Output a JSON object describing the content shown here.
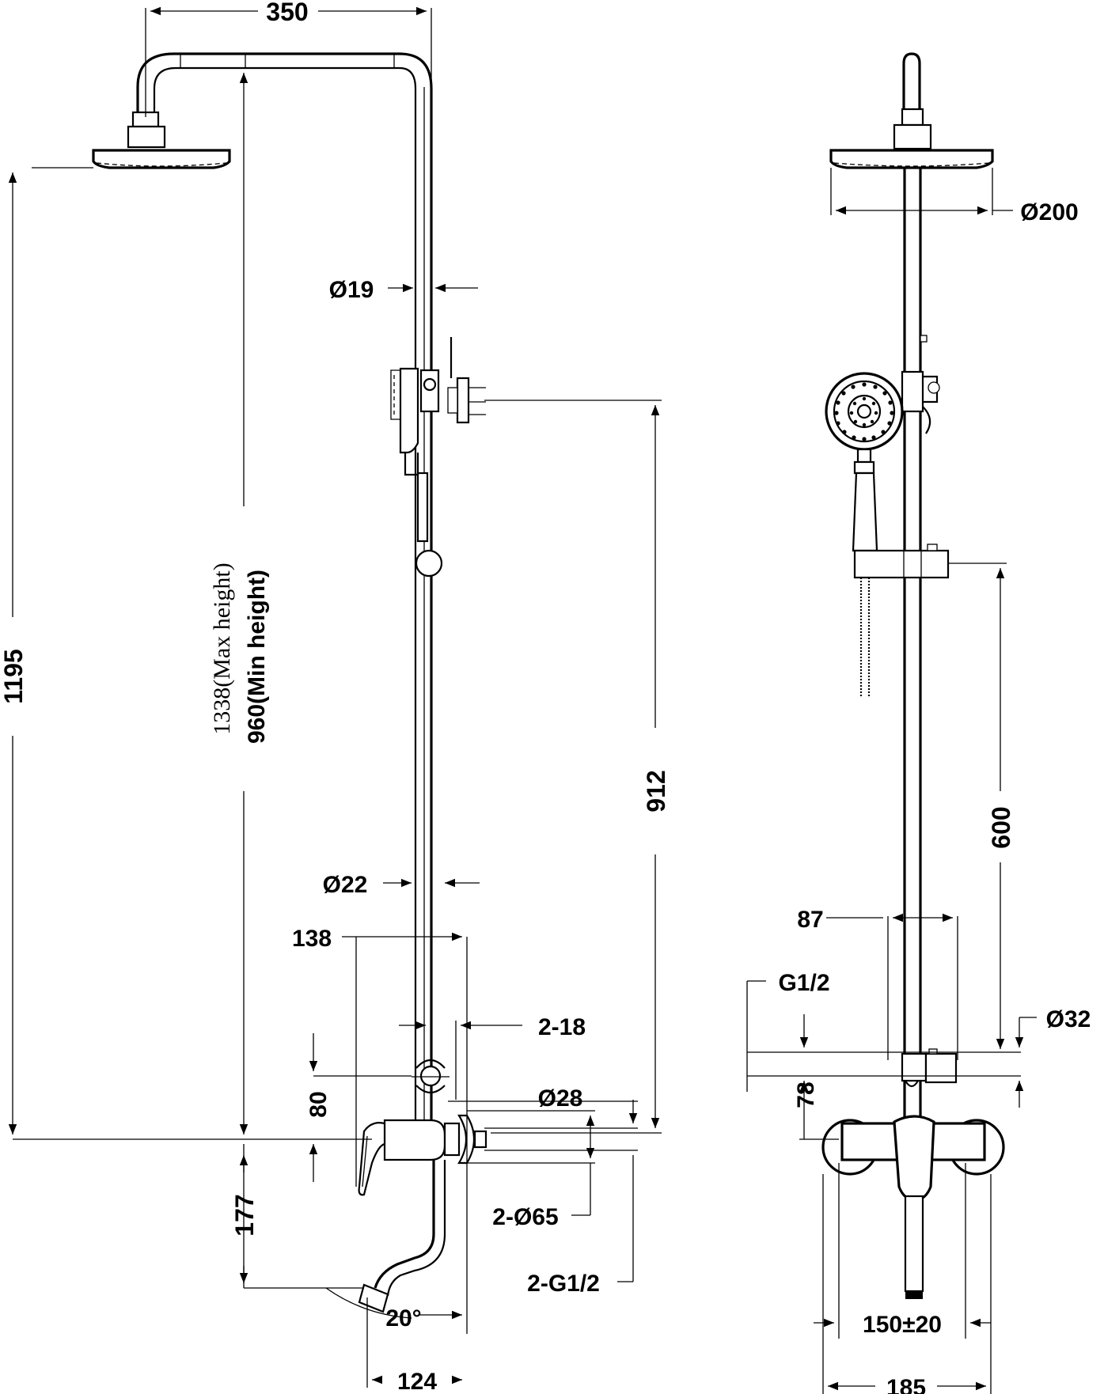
{
  "labels": {
    "width_350": "350",
    "height_1195": "1195",
    "max_height": "1338(Max height)",
    "min_height": "960(Min height)",
    "pipe_d19": "Ø19",
    "pipe_d22": "Ø22",
    "slide_912": "912",
    "offset_138": "138",
    "thread_2_18": "2-18",
    "d28": "Ø28",
    "h80": "80",
    "spout_177": "177",
    "escutcheon_2_d65": "2-Ø65",
    "connection_2_g12": "2-G1/2",
    "angle_20": "20°",
    "spout_124": "124",
    "head_d200": "Ø200",
    "rail_600": "600",
    "d87": "87",
    "g12": "G1/2",
    "d32": "Ø32",
    "h78": "78",
    "centers_150": "150±20",
    "width_185": "185"
  }
}
